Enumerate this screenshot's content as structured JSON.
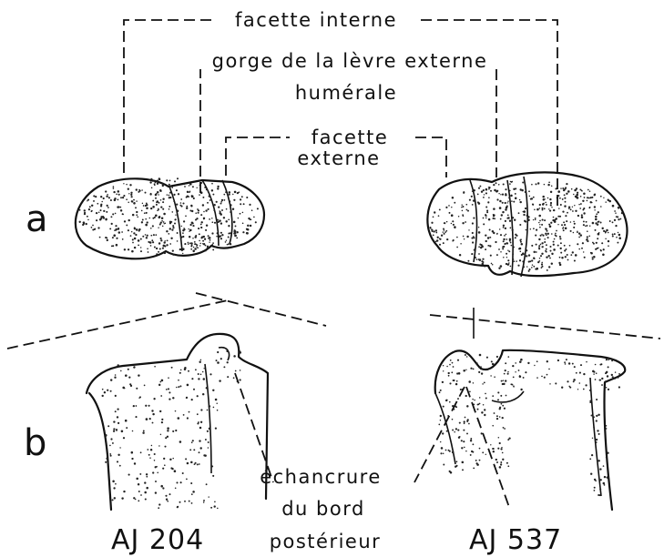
{
  "row_labels": {
    "a": "a",
    "b": "b"
  },
  "annotations": {
    "facette_interne": "facette interne",
    "gorge_line1": "gorge de la lèvre externe",
    "gorge_line2": "humérale",
    "facette_externe_line1": "facette",
    "facette_externe_line2": "externe",
    "echancrure_line1": "échancrure",
    "echancrure_line2": "du bord",
    "echancrure_line3": "postérieur"
  },
  "specimens": {
    "left": "AJ 204",
    "right": "AJ 537"
  },
  "colors": {
    "ink": "#111111",
    "paper": "#ffffff"
  }
}
